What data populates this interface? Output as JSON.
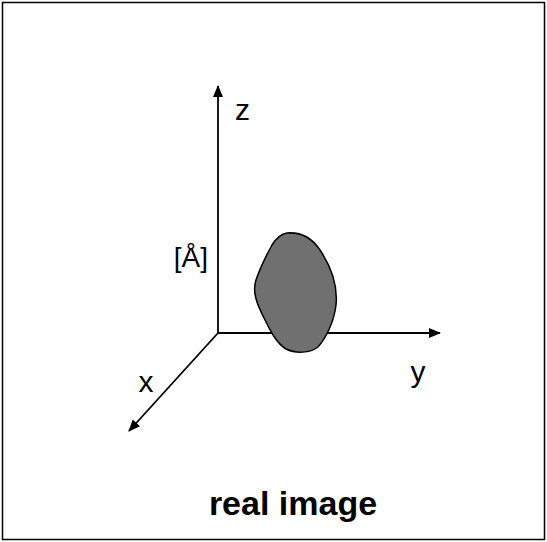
{
  "diagram": {
    "caption": "real image",
    "labels": [
      "z",
      "[Å]",
      "x",
      "y"
    ]
  }
}
